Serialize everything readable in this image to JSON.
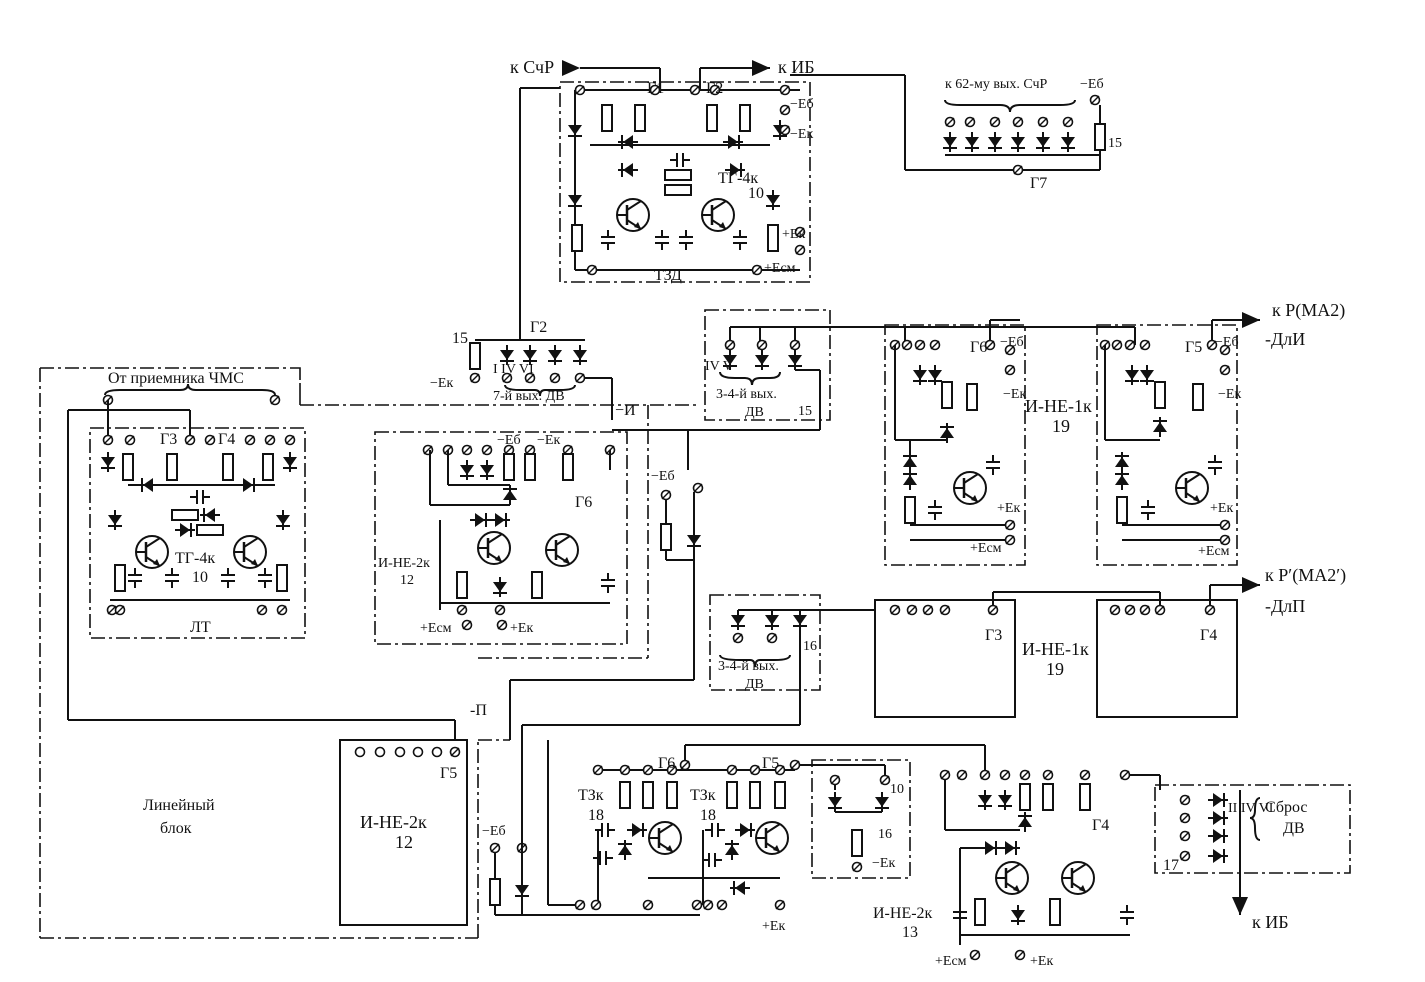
{
  "labels": {
    "k_schr": "к СчР",
    "k_ib_top": "к ИБ",
    "g1": "Г1",
    "g2_top": "Г2",
    "minus_eb_top": "−Eб",
    "minus_ek_top": "−Eк",
    "tg4k_10_a": "ТГ-4к",
    "n10_a": "10",
    "plus_ek_tzd": "+Eк",
    "plus_esm_tzd": "+Eсм",
    "tzd": "ТЗД",
    "k62": "к 62-му вых. СчР",
    "minus_eb_62": "−Eб",
    "n15_62": "15",
    "g7": "Г7",
    "k_r_ma2": "к Р(МА2)",
    "dli": "-ДлИ",
    "k_r_ma2p": "к Р′(МА2′)",
    "dlp": "-ДлП",
    "n15_dv": "15",
    "g2_dv": "Г2",
    "minus_ek_dv": "−Eк",
    "dv7": "7-й вых. ДВ",
    "roman_dv": "I  IV VI",
    "minus_i": "−И",
    "dv34_a": "3-4-й вых.",
    "dv_a": "ДВ",
    "n15_dv34": "15",
    "roman_dv34": "IV  V",
    "g6_b": "Г6",
    "minus_eb_b": "−Eб",
    "minus_ek_b": "−Eк",
    "plus_ek_b": "+Eк",
    "plus_esm_b": "+Eсм",
    "ine1k_a": "И-НЕ-1к",
    "n19_a": "19",
    "g5_c": "Г5",
    "minus_eb_c": "−Eб",
    "minus_ek_c": "−Eк",
    "plus_ek_c": "+Eк",
    "plus_esm_c": "+Eсм",
    "ot_priem": "От приемника ЧМС",
    "g3_lt": "Г3",
    "g4_lt": "Г4",
    "tg4k_10_b": "ТГ-4к",
    "n10_b": "10",
    "lt": "ЛТ",
    "minus_eb_i": "−Eб",
    "minus_ek_i": "−Eк",
    "g6_i": "Г6",
    "ine2k_12_a": "И-НЕ-2к",
    "n12_a": "12",
    "plus_esm_i": "+Eсм",
    "plus_ek_i": "+Eк",
    "minus_eb_mid": "−Eб",
    "dv34_b": "3-4-й вых.",
    "dv_b": "ДВ",
    "n16_dv": "16",
    "g3_d": "Г3",
    "ine1k_b": "И-НЕ-1к",
    "n19_b": "19",
    "g4_d": "Г4",
    "minus_p": "-П",
    "g5_e": "Г5",
    "ine2k_12_b": "И-НЕ-2к",
    "n12_b": "12",
    "lin_blok_1": "Линейный",
    "lin_blok_2": "блок",
    "minus_eb_low": "−Eб",
    "tzk1": "ТЗк",
    "n18_1": "18",
    "tzk2": "ТЗк",
    "n18_2": "18",
    "g6_low": "Г6",
    "g5_low": "Г5",
    "plus_ek_low": "+Eк",
    "n10_low": "10",
    "n16_low": "16",
    "minus_ek_low": "−Eк",
    "g4_low": "Г4",
    "ine2k_13": "И-НЕ-2к",
    "n13": "13",
    "plus_esm_low": "+Eсм",
    "plus_ek_low2": "+Eк",
    "sbros1": "Сброс",
    "sbros2": "ДВ",
    "roman_sbros": "II  IV VI",
    "n17": "17",
    "k_ib_bottom": "к ИБ"
  }
}
